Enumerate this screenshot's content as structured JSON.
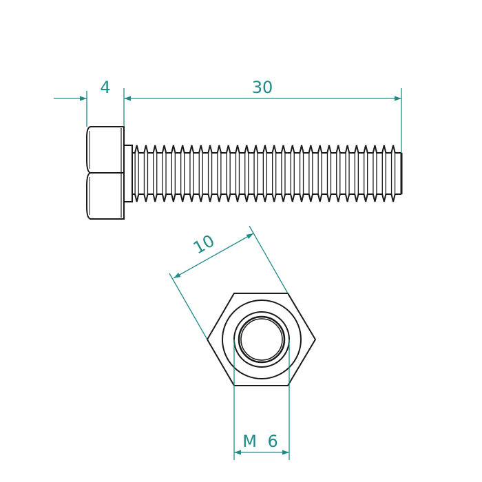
{
  "drawing": {
    "subject": "Hex head bolt",
    "line_color": "#1a1a1a",
    "dimension_color": "#1f8a86"
  },
  "dimensions": {
    "head_height": {
      "label": "4",
      "value": 4
    },
    "shank_length": {
      "label": "30",
      "value": 30
    },
    "across_flats": {
      "label": "10",
      "value": 10
    },
    "thread_size": {
      "label": "M 6",
      "value": 6
    }
  },
  "views": [
    "side-view",
    "end-view"
  ]
}
